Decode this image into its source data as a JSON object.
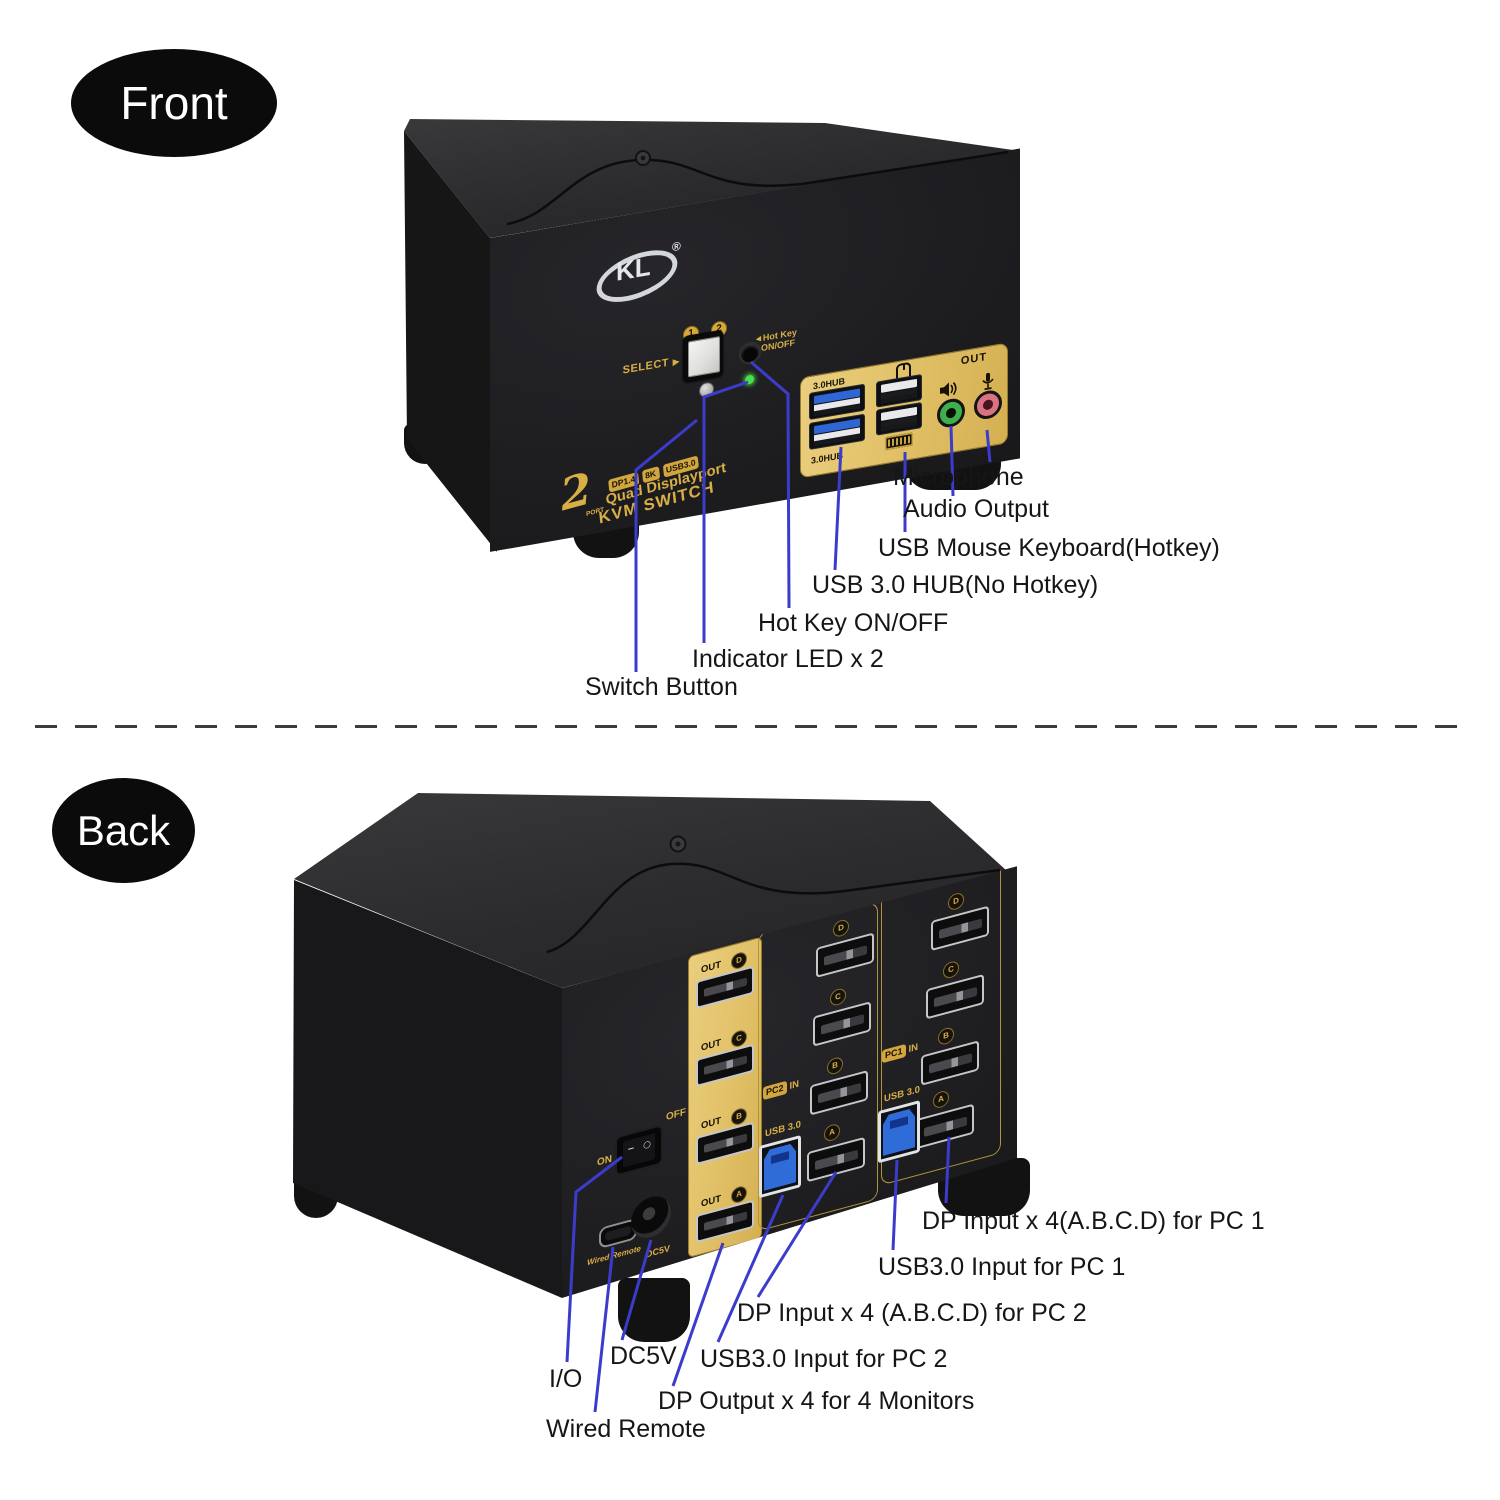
{
  "front_section": {
    "badge": "Front",
    "annotations": [
      "Microphone",
      "Audio Output",
      "USB Mouse Keyboard(Hotkey)",
      "USB 3.0 HUB(No Hotkey)",
      "Hot Key ON/OFF",
      "Indicator LED x 2",
      "Switch Button"
    ],
    "device": {
      "logo_text": "KL",
      "logo_reg": "®",
      "digits": [
        "1",
        "2"
      ],
      "select_label": "SELECT",
      "select_arrow": "▶",
      "hotkey_arrow": "◄",
      "hotkey_line1": "Hot Key",
      "hotkey_line2": "ON/OFF",
      "panel": {
        "hub_top": "3.0HUB",
        "hub_bottom": "3.0HUB",
        "out_label": "OUT"
      },
      "branding": {
        "badges": [
          "DP1.4",
          "8K",
          "USB3.0"
        ],
        "line1": "Quad Displayport",
        "line2": "KVM SWITCH",
        "port_digit": "2",
        "port_word": "PORT"
      }
    }
  },
  "back_section": {
    "badge": "Back",
    "annotations": [
      "DP Input x 4(A.B.C.D) for PC 1",
      "USB3.0 Input for PC 1",
      "DP Input x 4 (A.B.C.D) for PC 2",
      "USB3.0 Input for PC 2",
      "DC5V",
      "I/O",
      "DP Output x 4 for 4 Monitors",
      "Wired Remote"
    ],
    "device": {
      "power_on": "ON",
      "power_off": "OFF",
      "rocker_dash": "–",
      "rocker_circle": "○",
      "out_label": "OUT",
      "out_letters": [
        "D",
        "C",
        "B",
        "A"
      ],
      "pc2": {
        "name": "PC2",
        "in_word": "IN",
        "usb_label": "USB 3.0",
        "letters": [
          "D",
          "C",
          "B",
          "A"
        ]
      },
      "pc1": {
        "name": "PC1",
        "in_word": "IN",
        "usb_label": "USB 3.0",
        "letters": [
          "D",
          "C",
          "B",
          "A"
        ]
      },
      "wired_remote_label": "Wired Remote",
      "dc_label": "DC5V"
    }
  },
  "colors": {
    "callout_blue": "#3c3ccc",
    "gold": "#d9ae44",
    "panel_gold": "#e2c269",
    "led_green": "#4be04b",
    "jack_green": "#3fae4c",
    "jack_pink": "#d97384",
    "device_black": "#1d1d20"
  }
}
